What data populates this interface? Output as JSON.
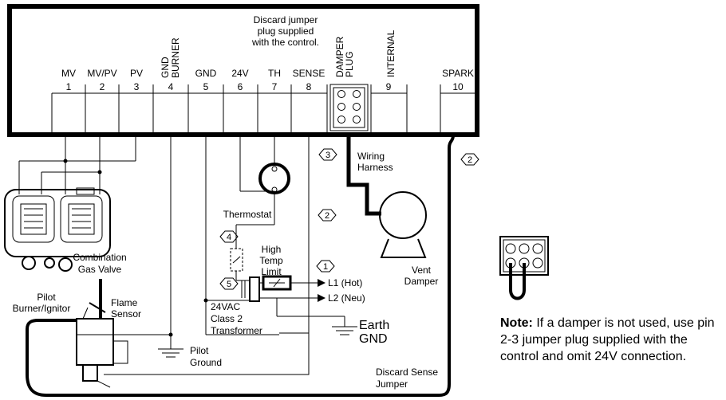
{
  "terminals": [
    {
      "label": "MV",
      "num": "1"
    },
    {
      "label": "MV/PV",
      "num": "2"
    },
    {
      "label": "PV",
      "num": "3"
    },
    {
      "label": "GND BURNER",
      "num": "4"
    },
    {
      "label": "GND",
      "num": "5"
    },
    {
      "label": "24V",
      "num": "6"
    },
    {
      "label": "TH",
      "num": "7"
    },
    {
      "label": "SENSE",
      "num": "8"
    },
    {
      "label": "DAMPER PLUG",
      "num": ""
    },
    {
      "label": "INTERNAL",
      "num": "9"
    },
    {
      "label": "SPARK",
      "num": "10"
    }
  ],
  "labels": {
    "gnd_burner_line1": "GND",
    "gnd_burner_line2": "BURNER",
    "damper_line1": "DAMPER",
    "damper_line2": "PLUG",
    "discard_jumper_1": "Discard jumper",
    "discard_jumper_2": "plug supplied",
    "discard_jumper_3": "with the control.",
    "wiring_1": "Wiring",
    "wiring_2": "Harness",
    "thermostat": "Thermostat",
    "high_temp_1": "High",
    "high_temp_2": "Temp",
    "high_temp_3": "Limit",
    "l1": "L1 (Hot)",
    "l2": "L2 (Neu)",
    "transformer_1": "24VAC",
    "transformer_2": "Class 2",
    "transformer_3": "Transformer",
    "earth_1": "Earth",
    "earth_2": "GND",
    "vent_1": "Vent",
    "vent_2": "Damper",
    "combo_1": "Combination",
    "combo_2": "Gas Valve",
    "pilot_1": "Pilot",
    "pilot_2": "Burner/Ignitor",
    "flame_1": "Flame",
    "flame_2": "Sensor",
    "pilot_ground_1": "Pilot",
    "pilot_ground_2": "Ground",
    "discard_sense_1": "Discard Sense",
    "discard_sense_2": "Jumper"
  },
  "callouts": [
    "1",
    "2",
    "2",
    "3",
    "4",
    "5"
  ],
  "note": {
    "bold": "Note:",
    "text": " If a damper is not used, use pin 2-3 jumper plug supplied with the control and omit 24V connection."
  }
}
